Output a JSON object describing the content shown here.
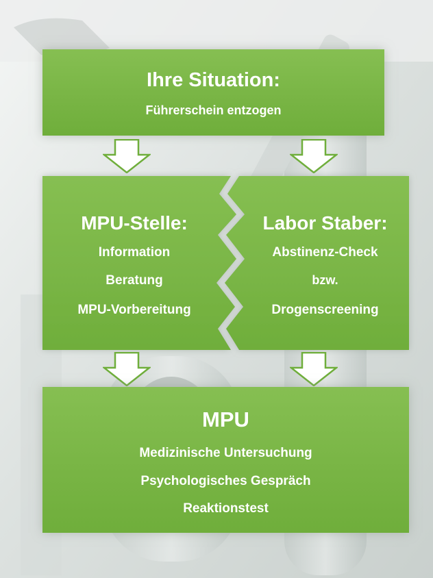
{
  "colors": {
    "box_green": "#7ab746",
    "arrow_fill": "#ffffff",
    "arrow_stroke": "#6fae3b",
    "text": "#ffffff",
    "background": "#dfe3e2"
  },
  "top_box": {
    "title": "Ihre Situation:",
    "lines": [
      "Führerschein entzogen"
    ]
  },
  "left_box": {
    "title": "MPU-Stelle:",
    "lines": [
      "Information",
      "Beratung",
      "MPU-Vorbereitung"
    ]
  },
  "right_box": {
    "title": "Labor Staber:",
    "lines": [
      "Abstinenz-Check",
      "bzw.",
      "Drogenscreening"
    ]
  },
  "bottom_box": {
    "title": "MPU",
    "lines": [
      "Medizinische Untersuchung",
      "Psychologisches Gespräch",
      "Reaktionstest"
    ]
  },
  "icons": [
    "arrow-down-icon"
  ]
}
